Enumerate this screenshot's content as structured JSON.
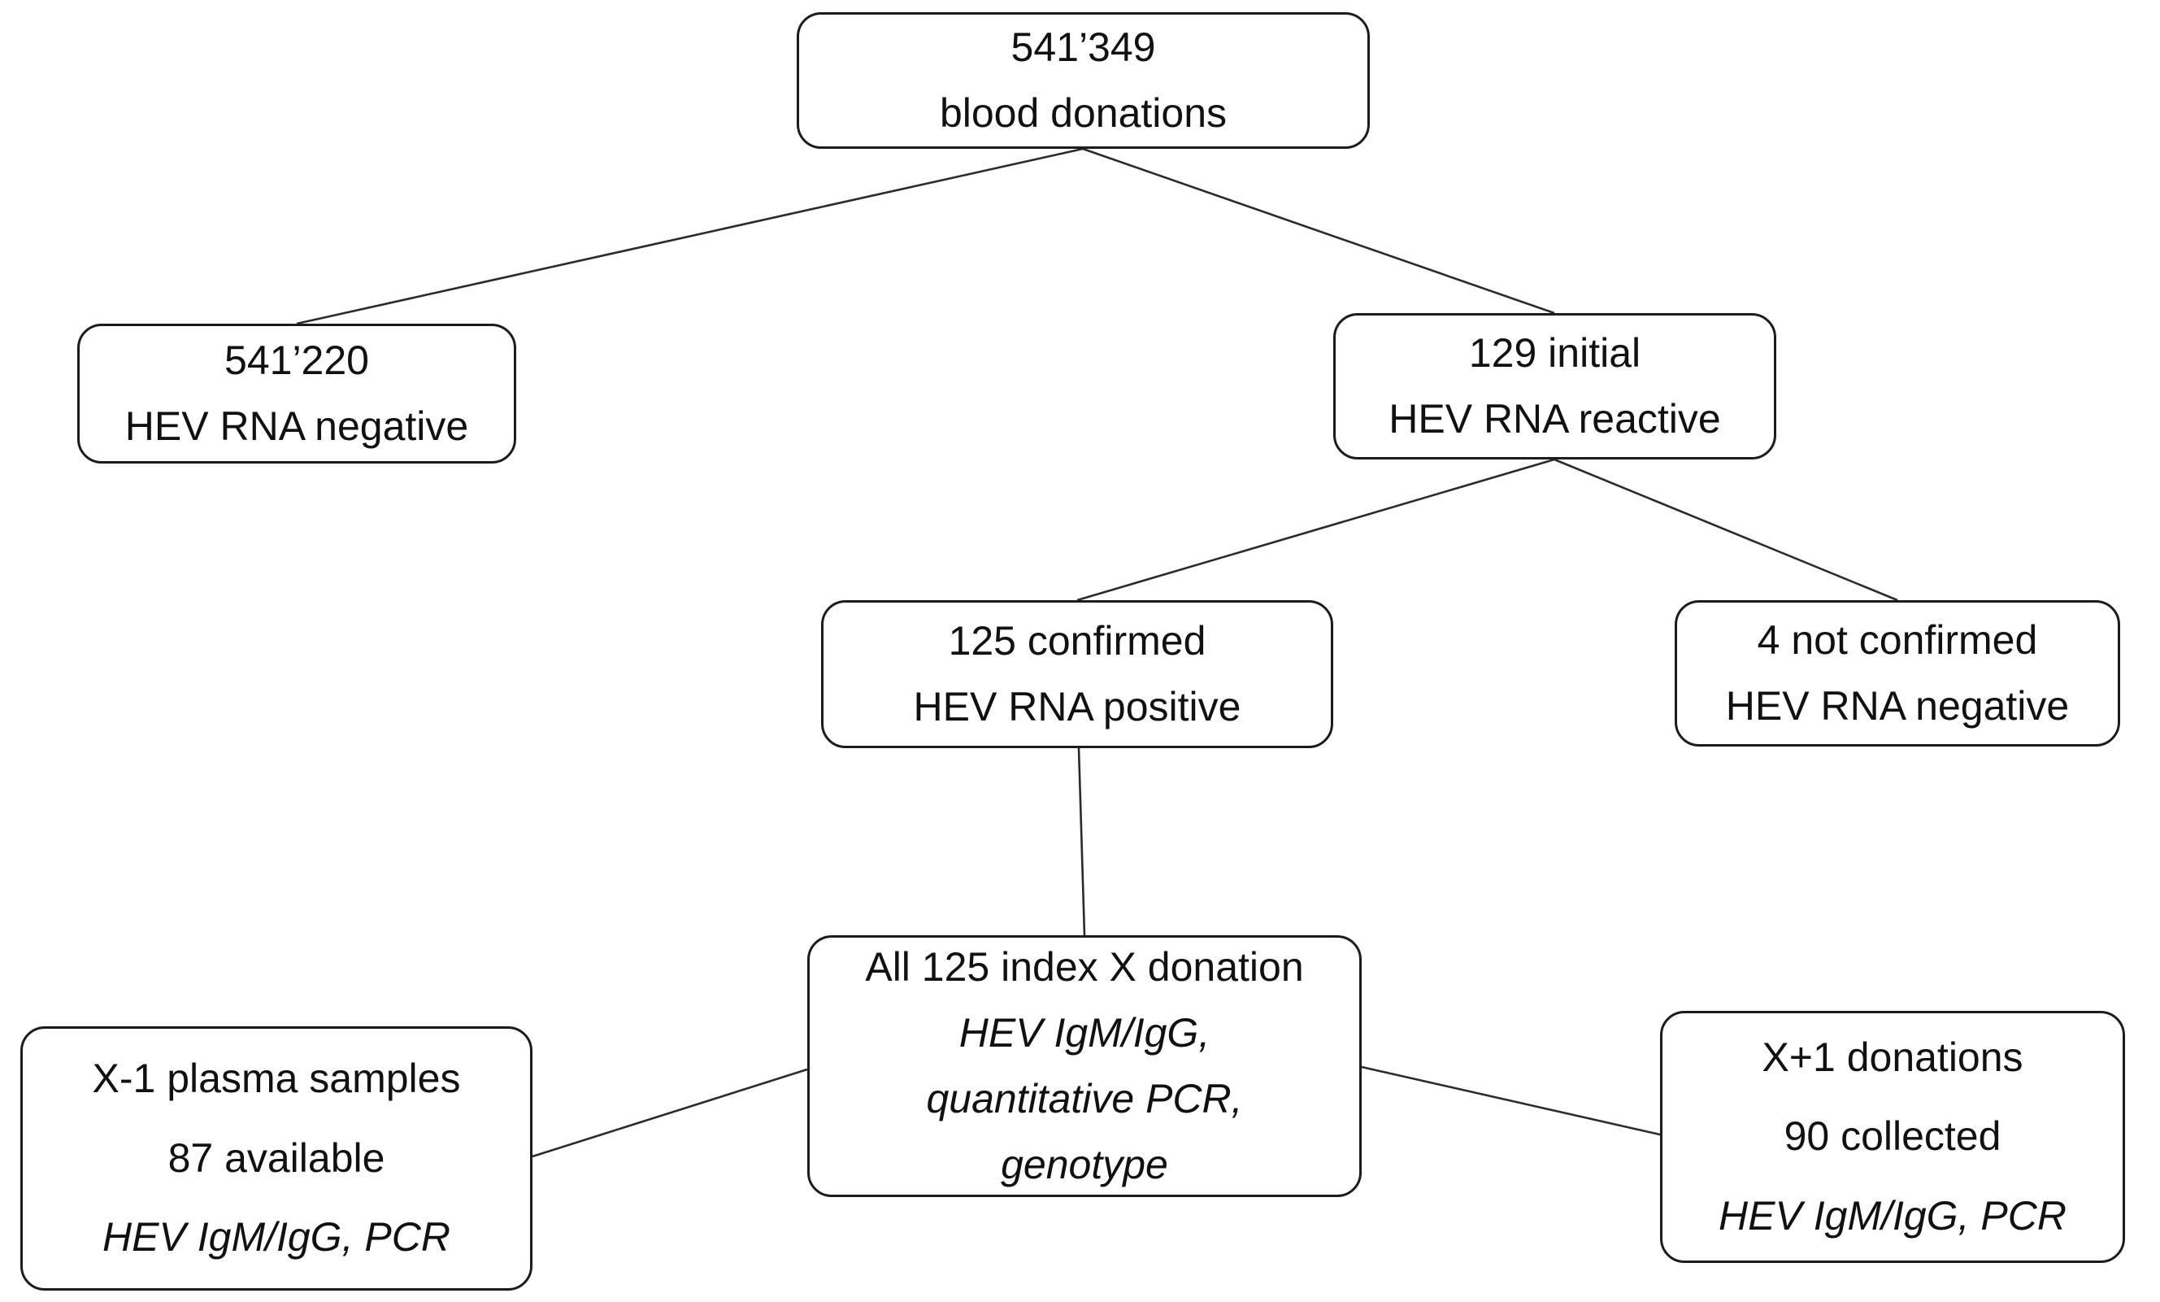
{
  "nodes": {
    "blood_donations": {
      "lines": [
        "541’349",
        "blood donations"
      ]
    },
    "hev_negative": {
      "lines": [
        "541’220",
        "HEV RNA negative"
      ]
    },
    "initial_reactive": {
      "lines": [
        "129 initial",
        "HEV RNA reactive"
      ]
    },
    "confirmed_positive": {
      "lines": [
        "125 confirmed",
        "HEV RNA positive"
      ]
    },
    "not_confirmed": {
      "lines": [
        "4 not confirmed",
        "HEV RNA negative"
      ]
    },
    "index_donation": {
      "lines": [
        "All 125 index X donation",
        "HEV IgM/IgG,",
        "quantitative PCR,",
        "genotype"
      ]
    },
    "x_minus_1": {
      "lines": [
        "X-1 plasma samples",
        "87 available",
        "HEV IgM/IgG, PCR"
      ]
    },
    "x_plus_1": {
      "lines": [
        "X+1 donations",
        "90 collected",
        "HEV IgM/IgG, PCR"
      ]
    }
  },
  "edges": [
    {
      "from": "blood_donations",
      "to": "hev_negative"
    },
    {
      "from": "blood_donations",
      "to": "initial_reactive"
    },
    {
      "from": "initial_reactive",
      "to": "confirmed_positive"
    },
    {
      "from": "initial_reactive",
      "to": "not_confirmed"
    },
    {
      "from": "confirmed_positive",
      "to": "index_donation"
    },
    {
      "from": "index_donation",
      "to": "x_minus_1"
    },
    {
      "from": "index_donation",
      "to": "x_plus_1"
    }
  ],
  "colors": {
    "background": "#ffffff",
    "line": "#2b2b2b",
    "border": "#1c1c1c",
    "text": "#111111"
  }
}
